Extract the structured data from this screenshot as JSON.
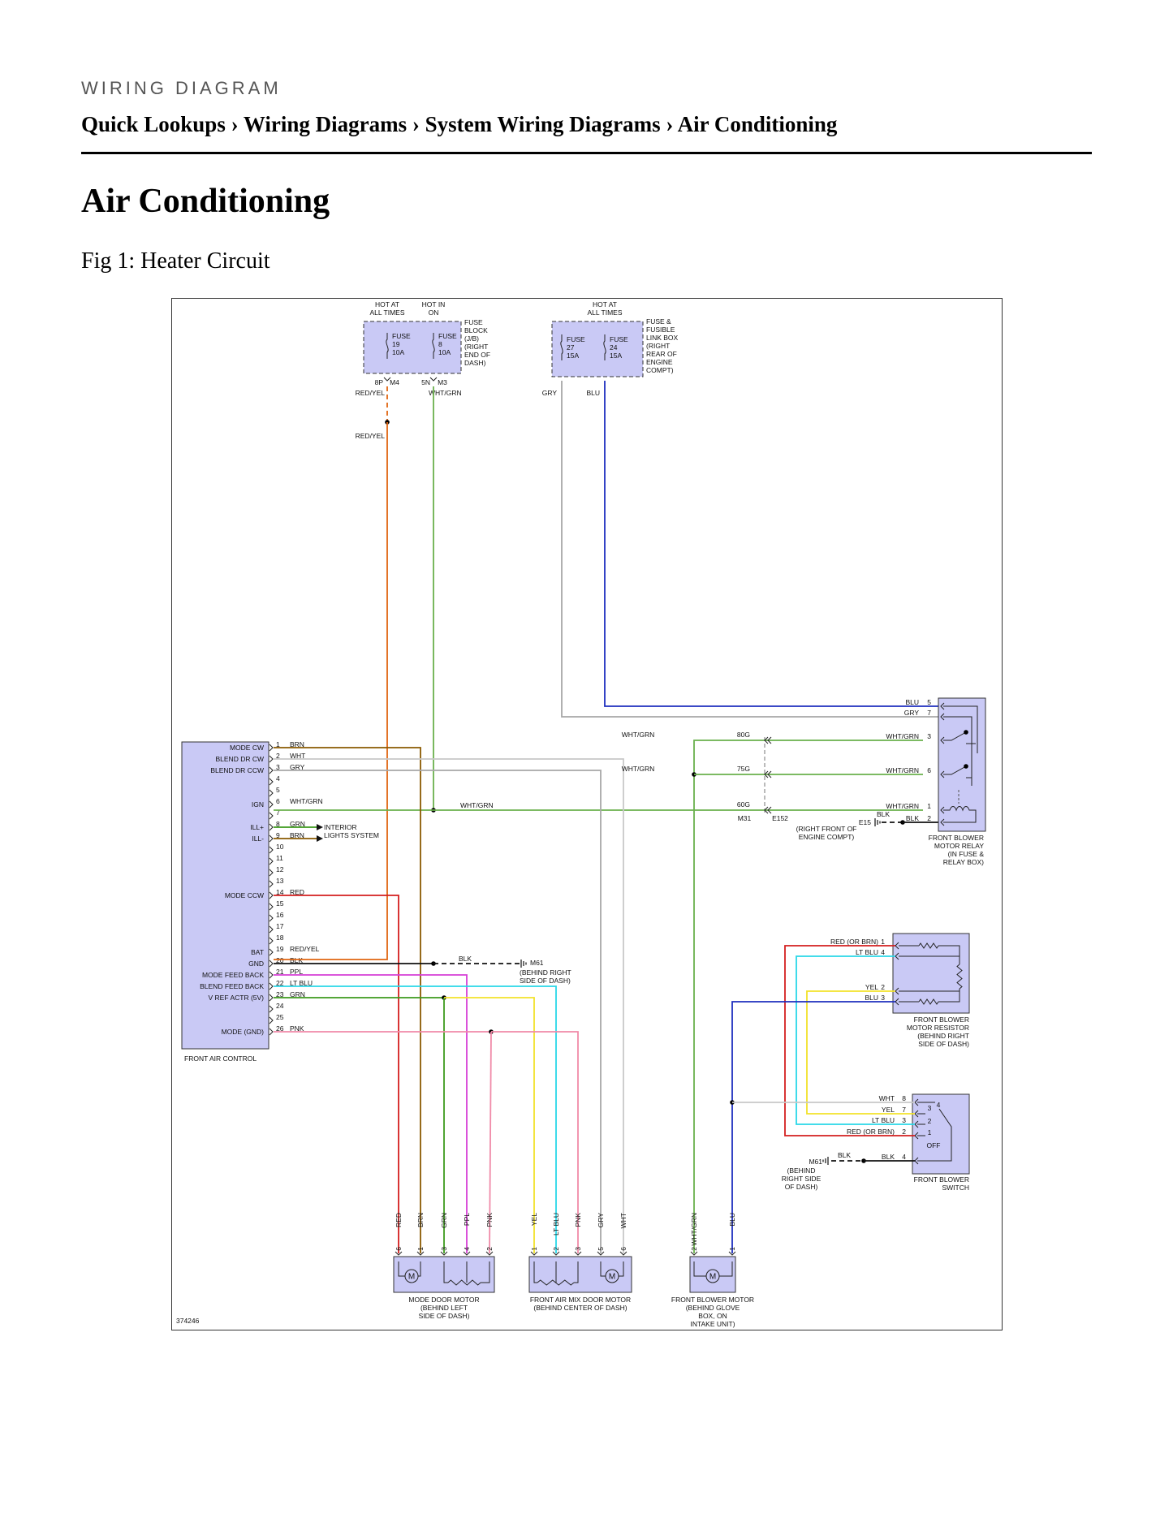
{
  "header": {
    "kicker": "WIRING DIAGRAM",
    "breadcrumb": [
      "Quick Lookups",
      "Wiring Diagrams",
      "System Wiring Diagrams",
      "Air Conditioning"
    ],
    "separator": " › "
  },
  "page_title": "Air Conditioning",
  "figure_caption": "Fig 1: Heater Circuit",
  "diagram": {
    "figure_id": "374246",
    "fuse_block": {
      "hot_at_all_times": [
        "HOT AT",
        "ALL TIMES"
      ],
      "hot_in_on": [
        "HOT IN",
        "ON"
      ],
      "fuse19": [
        "FUSE",
        "19",
        "10A"
      ],
      "fuse8": [
        "FUSE",
        "8",
        "10A"
      ],
      "label": [
        "FUSE",
        "BLOCK",
        "(J/B)",
        "(RIGHT",
        "END OF",
        "DASH)"
      ],
      "pin_left": "8P",
      "conn_left": "M4",
      "wire_left": "RED/YEL",
      "pin_right": "5N",
      "conn_right": "M3",
      "wire_right": "WHT/GRN",
      "wire_red_lower": "RED/YEL"
    },
    "fusible_box": {
      "hot_at_all_times": [
        "HOT AT",
        "ALL TIMES"
      ],
      "fuse27": [
        "FUSE",
        "27",
        "15A"
      ],
      "fuse24": [
        "FUSE",
        "24",
        "15A"
      ],
      "label": [
        "FUSE &",
        "FUSIBLE",
        "LINK BOX",
        "(RIGHT",
        "REAR OF",
        "ENGINE",
        "COMPT)"
      ],
      "wire_left": "GRY",
      "wire_right": "BLU"
    },
    "front_air_control": {
      "label": "FRONT AIR CONTROL",
      "functions": [
        {
          "pin": "1",
          "text": "MODE CW"
        },
        {
          "pin": "2",
          "text": "BLEND DR CW"
        },
        {
          "pin": "3",
          "text": "BLEND DR CCW"
        },
        {
          "pin": "6",
          "text": "IGN"
        },
        {
          "pin": "8",
          "text": "ILL+"
        },
        {
          "pin": "9",
          "text": "ILL-"
        },
        {
          "pin": "14",
          "text": "MODE CCW"
        },
        {
          "pin": "19",
          "text": "BAT"
        },
        {
          "pin": "20",
          "text": "GND"
        },
        {
          "pin": "21",
          "text": "MODE FEED BACK"
        },
        {
          "pin": "22",
          "text": "BLEND FEED BACK"
        },
        {
          "pin": "23",
          "text": "V REF ACTR (5V)"
        },
        {
          "pin": "26",
          "text": "MODE (GND)"
        }
      ],
      "pins": [
        "1",
        "2",
        "3",
        "4",
        "5",
        "6",
        "7",
        "8",
        "9",
        "10",
        "11",
        "12",
        "13",
        "14",
        "15",
        "16",
        "17",
        "18",
        "19",
        "20",
        "21",
        "22",
        "23",
        "24",
        "25",
        "26"
      ],
      "wire_colors": {
        "1": "BRN",
        "2": "WHT",
        "3": "GRY",
        "6": "WHT/GRN",
        "8": "GRN",
        "9": "BRN",
        "14": "RED",
        "19": "RED/YEL",
        "20": "BLK",
        "21": "PPL",
        "22": "LT BLU",
        "23": "GRN",
        "26": "PNK"
      }
    },
    "interior_lights": [
      "INTERIOR",
      "LIGHTS SYSTEM"
    ],
    "ign_splice_label": "WHT/GRN",
    "gnd_splice_label": "BLK",
    "ground_m61_left": {
      "id": "M61",
      "label": [
        "(BEHIND RIGHT",
        "SIDE OF DASH)"
      ]
    },
    "splices": {
      "whtgrn_top": "WHT/GRN",
      "c80g": "80G",
      "whtgrn_mid": "WHT/GRN",
      "c75g": "75G",
      "c60g": "60G",
      "m31": "M31",
      "e152": "E152",
      "e152_label": [
        "(RIGHT FRONT OF",
        "ENGINE COMPT)"
      ],
      "e15": "E15",
      "blk": "BLK"
    },
    "relay": {
      "label": [
        "FRONT BLOWER",
        "MOTOR RELAY",
        "(IN FUSE &",
        "RELAY BOX)"
      ],
      "pins": [
        {
          "wire": "BLU",
          "pin": "5"
        },
        {
          "wire": "GRY",
          "pin": "7"
        },
        {
          "wire": "WHT/GRN",
          "pin": "3"
        },
        {
          "wire": "WHT/GRN",
          "pin": "6"
        },
        {
          "wire": "WHT/GRN",
          "pin": "1"
        },
        {
          "wire": "BLK",
          "pin": "2"
        }
      ]
    },
    "resistor": {
      "label": [
        "FRONT BLOWER",
        "MOTOR RESISTOR",
        "(BEHIND RIGHT",
        "SIDE OF DASH)"
      ],
      "pins": [
        {
          "wire": "RED",
          "alt": "(OR BRN)",
          "pin": "1"
        },
        {
          "wire": "LT BLU",
          "alt": "",
          "pin": "4"
        },
        {
          "wire": "YEL",
          "alt": "",
          "pin": "2"
        },
        {
          "wire": "BLU",
          "alt": "",
          "pin": "3"
        }
      ]
    },
    "blower_switch": {
      "label": [
        "FRONT BLOWER",
        "SWITCH"
      ],
      "pins": [
        {
          "wire": "WHT",
          "alt": "",
          "pin": "8"
        },
        {
          "wire": "YEL",
          "alt": "",
          "pin": "7"
        },
        {
          "wire": "LT BLU",
          "alt": "",
          "pin": "3"
        },
        {
          "wire": "RED",
          "alt": "(OR BRN)",
          "pin": "2"
        },
        {
          "wire": "BLK",
          "alt": "",
          "pin": "4"
        }
      ],
      "positions": [
        "4",
        "3",
        "2",
        "1",
        "OFF"
      ]
    },
    "ground_m61_right": {
      "id": "M61",
      "wire": "BLK",
      "label": [
        "(BEHIND",
        "RIGHT SIDE",
        "OF DASH)"
      ]
    },
    "mode_door_motor": {
      "label": [
        "MODE DOOR MOTOR",
        "(BEHIND LEFT",
        "SIDE OF DASH)"
      ],
      "wires": [
        {
          "wire": "RED",
          "pin": "6"
        },
        {
          "wire": "BRN",
          "pin": "1"
        },
        {
          "wire": "GRN",
          "pin": "3"
        },
        {
          "wire": "PPL",
          "pin": "4"
        },
        {
          "wire": "PNK",
          "pin": "2"
        }
      ]
    },
    "air_mix_motor": {
      "label": [
        "FRONT AIR MIX DOOR MOTOR",
        "(BEHIND CENTER OF DASH)"
      ],
      "wires": [
        {
          "wire": "YEL",
          "pin": "1"
        },
        {
          "wire": "LT BLU",
          "pin": "2"
        },
        {
          "wire": "PNK",
          "pin": "3"
        },
        {
          "wire": "GRY",
          "pin": "5"
        },
        {
          "wire": "WHT",
          "pin": "6"
        }
      ]
    },
    "blower_motor": {
      "label": [
        "FRONT BLOWER MOTOR",
        "(BEHIND GLOVE",
        "BOX, ON",
        "INTAKE UNIT)"
      ],
      "wires": [
        {
          "wire": "WHT/GRN",
          "pin": "2"
        },
        {
          "wire": "BLU",
          "pin": "1"
        }
      ]
    },
    "motor_symbol": "M",
    "colors": {
      "component_fill": "#c9c9f5",
      "RED": "#d41f1f",
      "BRN": "#8a5a00",
      "WHT": "#c8c8c8",
      "GRY": "#a8a8a8",
      "WHT/GRN": "#6ab04c",
      "GRN": "#3c9a1c",
      "BLU": "#1f2fbf",
      "LT BLU": "#29d7e8",
      "YEL": "#f2e22a",
      "PPL": "#d63fd6",
      "PNK": "#f08aa8",
      "BLK": "#111111",
      "RED/YEL": "#e06510"
    }
  }
}
